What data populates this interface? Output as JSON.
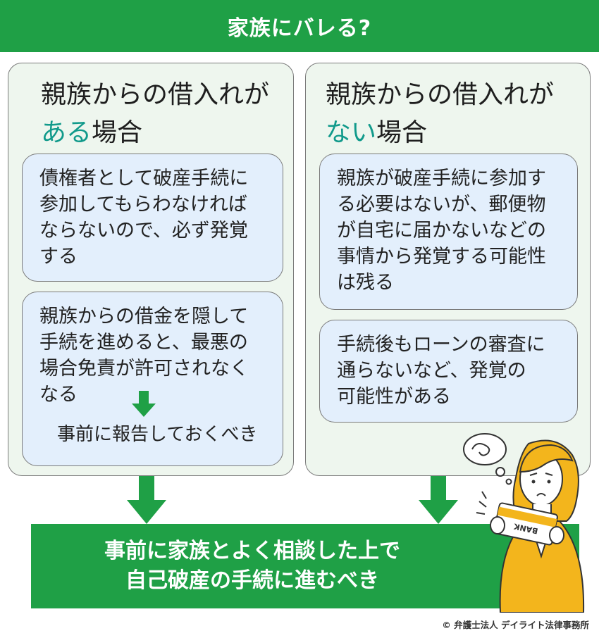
{
  "header": {
    "title": "家族にバレる?"
  },
  "left_panel": {
    "title_line1": "親族からの借入れが",
    "title_highlight": "ある",
    "title_suffix": "場合",
    "card1": "債権者として破産手続に\n参加してもらわなければ\nならないので、必ず発覚\nする",
    "card2": "親族からの借金を隠して\n手続を進めると、最悪の\n場合免責が許可されなく\nなる",
    "card2_conclusion": "事前に報告しておくべき"
  },
  "right_panel": {
    "title_line1": "親族からの借入れが",
    "title_highlight": "ない",
    "title_suffix": "場合",
    "card1": "親族が破産手続に参加す\nる必要はないが、郵便物\nが自宅に届かないなどの\n事情から発覚する可能性\nは残る",
    "card2": "手続後もローンの審査に\n通らないなど、発覚の\n可能性がある"
  },
  "conclusion": {
    "line1": "事前に家族とよく相談した上で",
    "line2": "自己破産の手続に進むべき"
  },
  "illustration": {
    "card_text": "BANK",
    "icon": "worried-woman-with-bankbook"
  },
  "credit": "© 弁護士法人 デイライト法律事務所",
  "colors": {
    "green": "#1fa046",
    "teal": "#119a8b",
    "panel_bg": "#eef6ee",
    "card_bg": "#e3effc",
    "yellow": "#f3b51c"
  }
}
